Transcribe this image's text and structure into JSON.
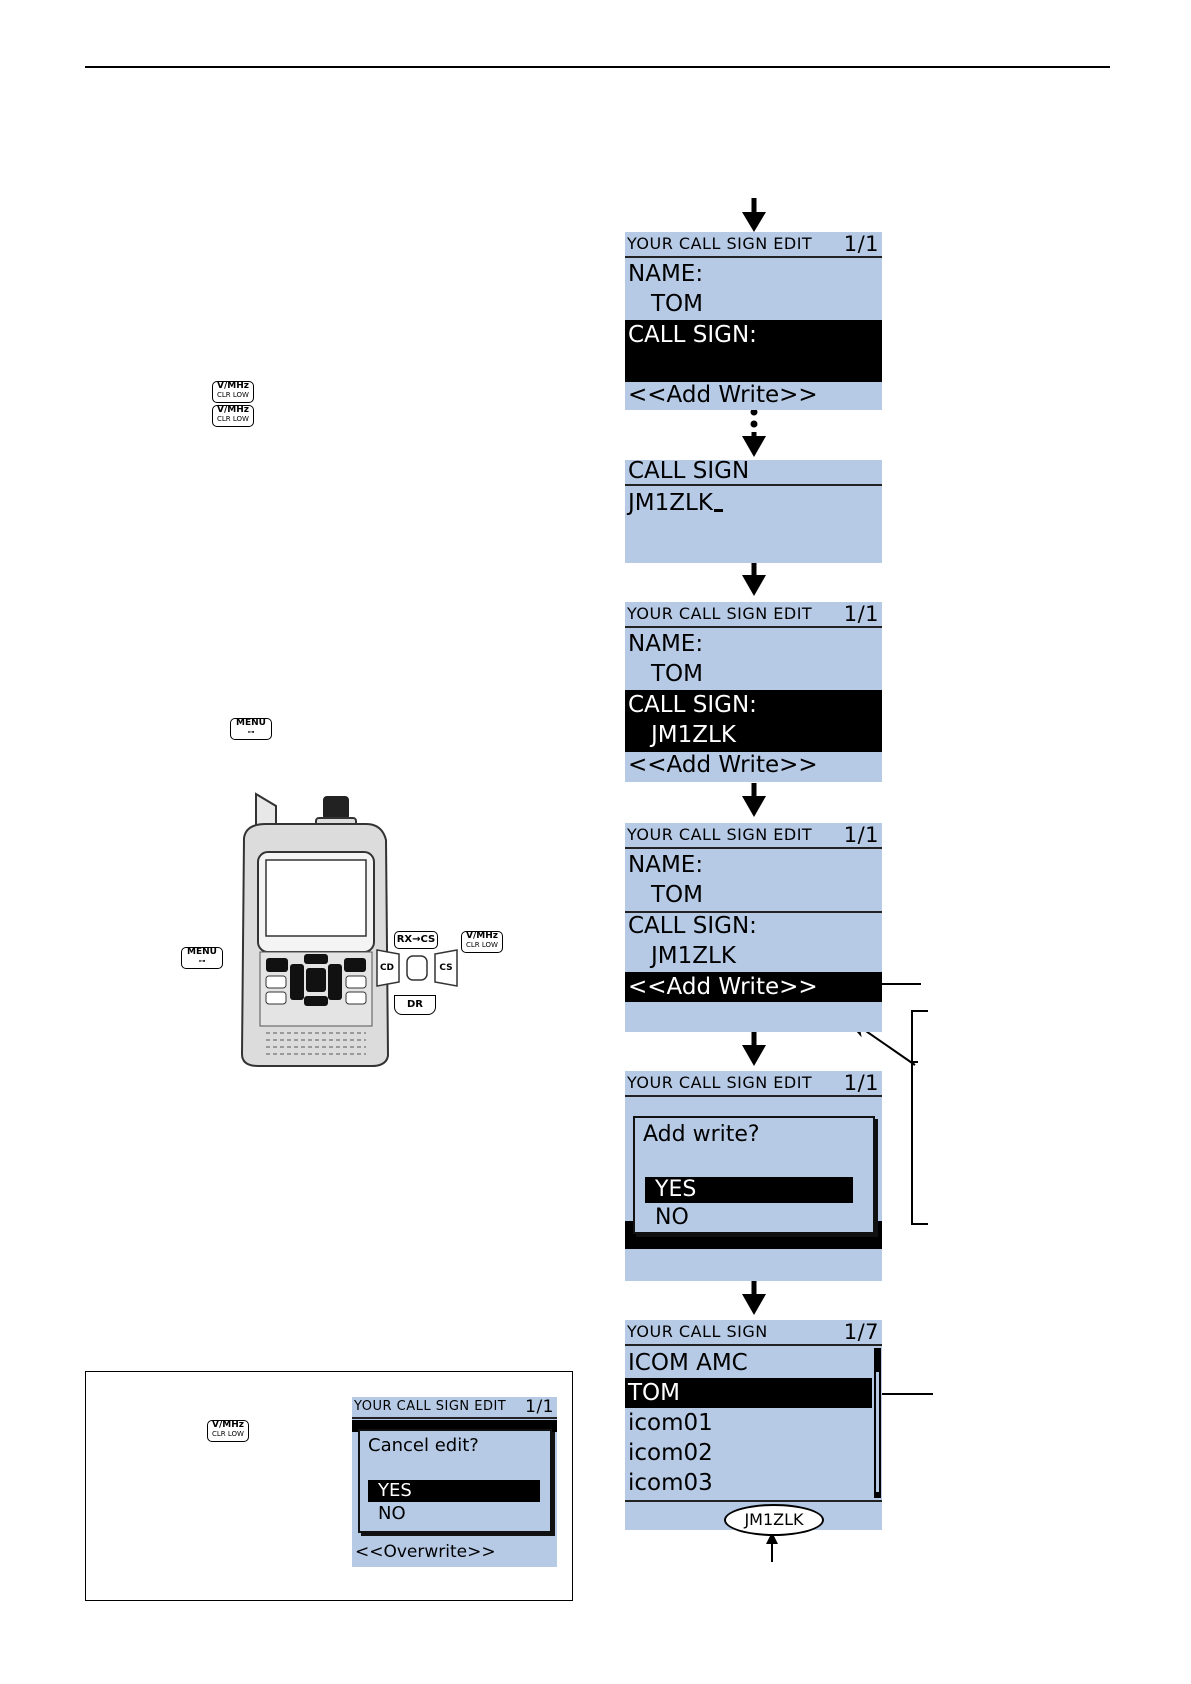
{
  "keys": {
    "vmhz_label": "V/MHz",
    "vmhz_sub": "CLR LOW",
    "menu_label": "MENU",
    "menu_sub": "⊶",
    "rxcs_label": "RX→CS",
    "cd_label": "CD",
    "cs_label": "CS",
    "dr_label": "DR"
  },
  "screen1": {
    "header": "YOUR CALL SIGN EDIT",
    "page": "1/1",
    "name_label": "NAME:",
    "name_value": "TOM",
    "callsign_label": "CALL SIGN:",
    "add_write": "<<Add Write>>"
  },
  "screen2": {
    "title": "CALL SIGN",
    "value": "JM1ZLK"
  },
  "screen3": {
    "header": "YOUR CALL SIGN EDIT",
    "page": "1/1",
    "name_label": "NAME:",
    "name_value": "TOM",
    "callsign_label": "CALL SIGN:",
    "callsign_value": "JM1ZLK",
    "add_write": "<<Add Write>>"
  },
  "screen4": {
    "header": "YOUR CALL SIGN EDIT",
    "page": "1/1",
    "name_label": "NAME:",
    "name_value": "TOM",
    "callsign_label": "CALL SIGN:",
    "callsign_value": "JM1ZLK",
    "add_write": "<<Add Write>>"
  },
  "screen5": {
    "header": "YOUR CALL SIGN EDIT",
    "page": "1/1",
    "dialog_question": "Add write?",
    "yes": "YES",
    "no": "NO"
  },
  "screen6": {
    "header": "YOUR CALL SIGN",
    "page": "1/7",
    "items": [
      "ICOM AMC",
      "TOM",
      "icom01",
      "icom02",
      "icom03"
    ],
    "footer_callsign": "JM1ZLK"
  },
  "cancel_screen": {
    "header": "YOUR CALL SIGN EDIT",
    "page": "1/1",
    "dialog_question": "Cancel edit?",
    "yes": "YES",
    "no": "NO",
    "overwrite": "<<Overwrite>>"
  }
}
